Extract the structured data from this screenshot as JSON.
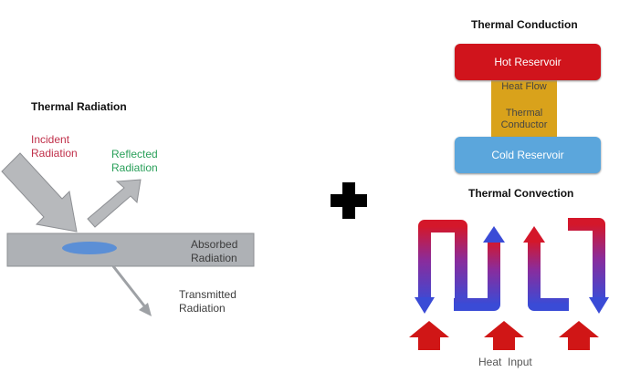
{
  "radiation": {
    "title": "Thermal Radiation",
    "incident": "Incident\nRadiation",
    "reflected": "Reflected\nRadiation",
    "absorbed": "Absorbed\nRadiation",
    "transmitted": "Transmitted\nRadiation"
  },
  "conduction": {
    "title": "Thermal  Conduction",
    "hot": "Hot Reservoir",
    "heat_flow": "Heat Flow",
    "conductor": "Thermal\nConductor",
    "cold": "Cold Reservoir"
  },
  "convection": {
    "title": "Thermal  Convection",
    "heat_input": "Heat  Input"
  },
  "colors": {
    "incident": "#c0304a",
    "reflected": "#2aa05a",
    "hot": "#d0141c",
    "conductor": "#d9a21b",
    "cold": "#5ba6dc"
  }
}
